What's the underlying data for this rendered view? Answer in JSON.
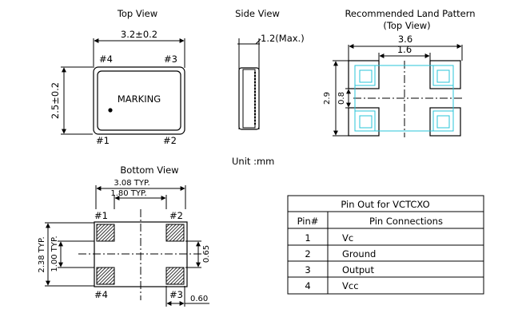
{
  "top_view": {
    "title": "Top View",
    "width_dim": "3.2±0.2",
    "height_dim": "2.5±0.2",
    "marking": "MARKING",
    "pin_tl": "#4",
    "pin_tr": "#3",
    "pin_bl": "#1",
    "pin_br": "#2"
  },
  "side_view": {
    "title": "Side View",
    "height_dim": "1.2(Max.)"
  },
  "land_pattern": {
    "title": "Recommended Land Pattern",
    "subtitle": "(Top View)",
    "outer_width": "3.6",
    "inner_width": "1.6",
    "outer_height": "2.9",
    "inner_height": "0.8"
  },
  "unit_label": "Unit :mm",
  "bottom_view": {
    "title": "Bottom View",
    "dim_outer_width": "3.08 TYP.",
    "dim_inner_width": "1.80 TYP.",
    "dim_outer_height": "2.38 TYP.",
    "dim_inner_height": "1.00 TYP.",
    "dim_pad_height": "0.65",
    "dim_pad_width": "0.60",
    "pin_tl": "#1",
    "pin_tr": "#2",
    "pin_bl": "#4",
    "pin_br": "#3"
  },
  "pin_table": {
    "title": "Pin Out for VCTCXO",
    "headers": [
      "Pin#",
      "Pin Connections"
    ],
    "rows": [
      [
        "1",
        "Vc"
      ],
      [
        "2",
        "Ground"
      ],
      [
        "3",
        "Output"
      ],
      [
        "4",
        "Vcc"
      ]
    ]
  }
}
